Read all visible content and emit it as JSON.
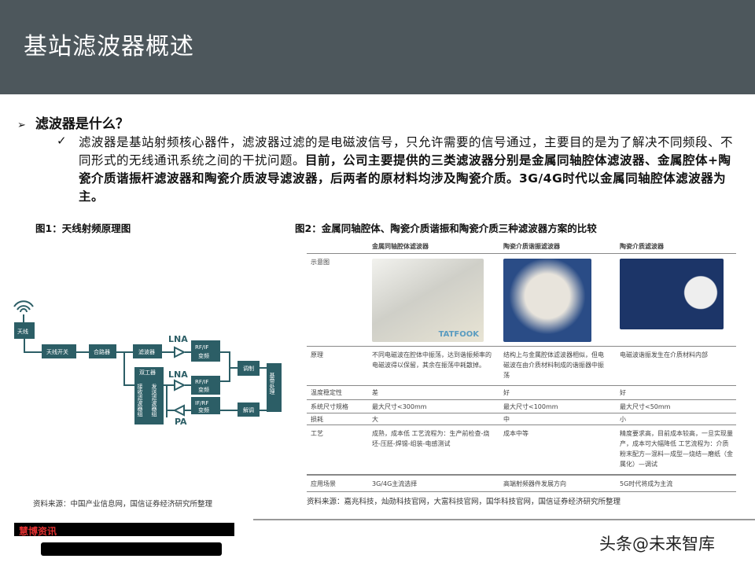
{
  "title": "基站滤波器概述",
  "question": "滤波器是什么？",
  "paragraph_normal": "滤波器是基站射频核心器件，滤波器过滤的是电磁波信号，只允许需要的信号通过，主要目的是为了解决不同频段、不同形式的无线通讯系统之间的干扰问题。",
  "paragraph_bold": "目前，公司主要提供的三类滤波器分别是金属同轴腔体滤波器、金属腔体+陶瓷介质谐振杆滤波器和陶瓷介质波导滤波器，后两者的原材料均涉及陶瓷介质。3G/4G时代以金属同轴腔体滤波器为主。",
  "fig1": {
    "caption": "图1：天线射频原理图",
    "source": "资料来源：中国产业信息网，国信证券经济研究所整理",
    "blocks": {
      "antenna": "天线",
      "switch": "天线开关",
      "combiner": "合路器",
      "filter": "滤波器",
      "lna1": "LNA",
      "lna2": "LNA",
      "pa": "PA",
      "rfif1": "RF/IF",
      "rfif2": "RF/IF",
      "ifrf": "IF/RF",
      "conv": "变频",
      "duplexer": "双工器",
      "rx": "接收滤波器组",
      "tx": "发送滤波器组",
      "mod": "调制",
      "demod": "解调",
      "baseband": "基带处理"
    },
    "color": "#2c5e66"
  },
  "fig2": {
    "caption": "图2：金属同轴腔体、陶瓷介质谐振和陶瓷介质三种滤波器方案的比较",
    "source": "资料来源：嘉兆科技，灿勋科技官网，大富科技官网，国华科技官网，国信证券经济研究所整理",
    "columns": [
      "",
      "金属同轴腔体滤波器",
      "陶瓷介质谐振滤波器",
      "陶瓷介质滤波器"
    ],
    "rows": [
      {
        "label": "示意图",
        "cells": [
          "",
          "",
          ""
        ]
      },
      {
        "label": "原理",
        "cells": [
          "不同电磁波在腔体中振荡，达到谐振频率的电磁波得以保留，其余在振荡中耗散掉。",
          "结构上与金属腔体滤波器相似，但电磁波在由介质材料制成的谐振器中振荡",
          "电磁波谐振发生在介质材料内部"
        ]
      },
      {
        "label": "温度稳定性",
        "cells": [
          "差",
          "好",
          "好"
        ]
      },
      {
        "label": "系统尺寸规格",
        "cells": [
          "最大尺寸<300mm",
          "最大尺寸<100mm",
          "最大尺寸<50mm"
        ]
      },
      {
        "label": "损耗",
        "cells": [
          "大",
          "中",
          "小"
        ]
      },
      {
        "label": "工艺",
        "cells": [
          "成熟，成本低 工艺流程为：生产前检查-烧坯-压胚-焊锡-组装-电感测试",
          "成本中等",
          "精度要求高，目前成本较高，一旦实现量产，成本可大幅降低 工艺流程为：介质粉末配方—混料—成型—烧结—磨纸（金属化）—调试"
        ]
      },
      {
        "label": "应用场景",
        "cells": [
          "3G/4G主流选择",
          "高端射频器件发展方向",
          "5G时代将成为主流"
        ]
      }
    ],
    "logo": "TATFOOK"
  },
  "redacted_label": "慧博资讯",
  "watermark": "头条@未来智库"
}
